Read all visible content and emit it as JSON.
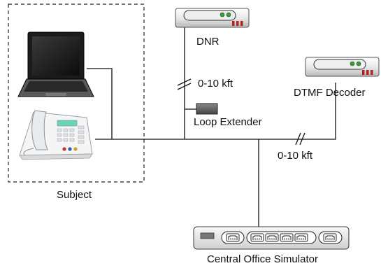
{
  "labels": {
    "dnr": "DNR",
    "distance_upper": "0-10 kft",
    "dtmf_decoder": "DTMF Decoder",
    "loop_extender": "Loop Extender",
    "distance_lower": "0-10 kft",
    "subject": "Subject",
    "central_office": "Central Office Simulator"
  },
  "icons": {
    "laptop": "laptop-icon",
    "phone": "desk-phone-icon",
    "dnr_device": "rack-device-icon",
    "dtmf_device": "rack-device-icon",
    "loop_extender_device": "loop-extender-box-icon",
    "central_office_device": "switch-panel-icon"
  }
}
